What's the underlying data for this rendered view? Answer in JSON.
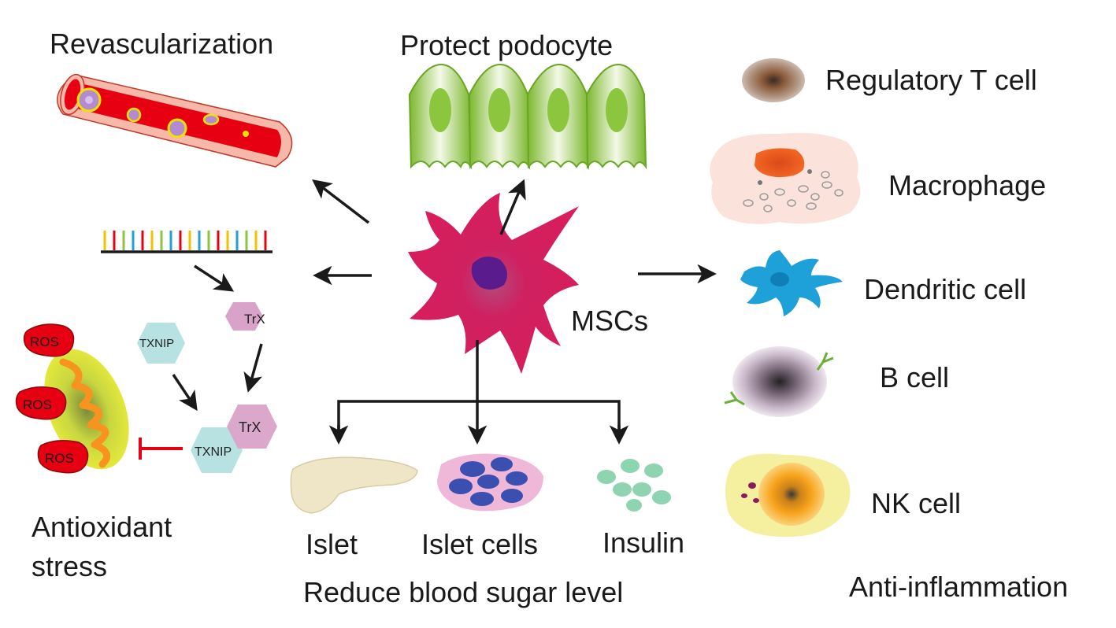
{
  "labels": {
    "revascularization": "Revascularization",
    "protect_podocyte": "Protect podocyte",
    "regulatory_t_cell": "Regulatory T cell",
    "macrophage": "Macrophage",
    "dendritic_cell": "Dendritic cell",
    "b_cell": "B cell",
    "nk_cell": "NK cell",
    "anti_inflammation": "Anti-inflammation",
    "mscs": "MSCs",
    "antioxidant_line1": "Antioxidant",
    "antioxidant_line2": "stress",
    "islet": "Islet",
    "islet_cells": "Islet cells",
    "insulin": "Insulin",
    "reduce_blood_sugar": "Reduce blood sugar level"
  },
  "molecules": {
    "trx": "TrX",
    "txnip": "TXNIP",
    "ros": "ROS"
  },
  "colors": {
    "msc": "#d81e5b",
    "msc_nucleus": "#5a1b8c",
    "podocyte": "#8cc63f",
    "vessel_blood": "#e60012",
    "vessel_wall": "#f6b8a8",
    "inhibit": "#e60012",
    "trx_hex": "#d9a3c9",
    "txnip_hex": "#b8e2e2",
    "dendritic": "#1ea0d8",
    "macrophage_nucleus": "#f26522",
    "nk_outer": "#f5f0a0",
    "nk_inner": "#f7a21b"
  }
}
